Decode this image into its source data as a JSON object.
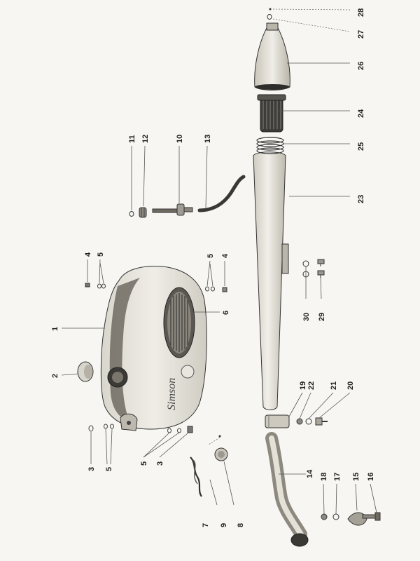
{
  "callouts": [
    {
      "id": "c1",
      "label": "1"
    },
    {
      "id": "c2",
      "label": "2"
    },
    {
      "id": "c3a",
      "label": "3"
    },
    {
      "id": "c3b",
      "label": "3"
    },
    {
      "id": "c4a",
      "label": "4"
    },
    {
      "id": "c4b",
      "label": "4"
    },
    {
      "id": "c5a",
      "label": "5"
    },
    {
      "id": "c5b",
      "label": "5"
    },
    {
      "id": "c5c",
      "label": "5"
    },
    {
      "id": "c5d",
      "label": "5"
    },
    {
      "id": "c6",
      "label": "6"
    },
    {
      "id": "c7",
      "label": "7"
    },
    {
      "id": "c8",
      "label": "8"
    },
    {
      "id": "c9",
      "label": "9"
    },
    {
      "id": "c10",
      "label": "10"
    },
    {
      "id": "c11",
      "label": "11"
    },
    {
      "id": "c12",
      "label": "12"
    },
    {
      "id": "c13",
      "label": "13"
    },
    {
      "id": "c14",
      "label": "14"
    },
    {
      "id": "c15",
      "label": "15"
    },
    {
      "id": "c16",
      "label": "16"
    },
    {
      "id": "c17",
      "label": "17"
    },
    {
      "id": "c18",
      "label": "18"
    },
    {
      "id": "c19",
      "label": "19"
    },
    {
      "id": "c20",
      "label": "20"
    },
    {
      "id": "c21",
      "label": "21"
    },
    {
      "id": "c22",
      "label": "22"
    },
    {
      "id": "c23",
      "label": "23"
    },
    {
      "id": "c24",
      "label": "24"
    },
    {
      "id": "c25",
      "label": "25"
    },
    {
      "id": "c26",
      "label": "26"
    },
    {
      "id": "c27",
      "label": "27"
    },
    {
      "id": "c28",
      "label": "28"
    },
    {
      "id": "c29",
      "label": "29"
    },
    {
      "id": "c30",
      "label": "30"
    }
  ],
  "tank_script_logo": "Simson"
}
